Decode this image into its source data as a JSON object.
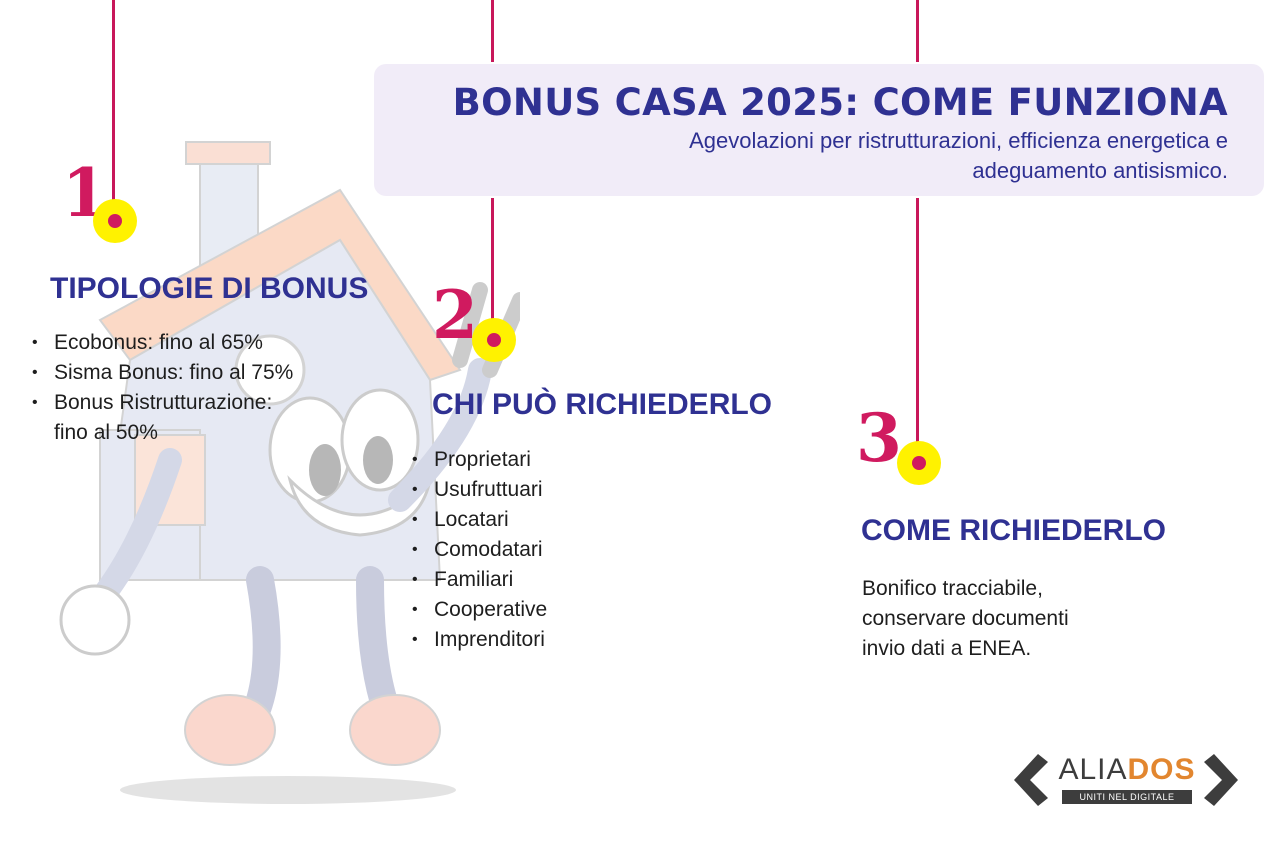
{
  "header": {
    "title": "BONUS CASA 2025: COME FUNZIONA",
    "subtitle_line1": "Agevolazioni per ristrutturazioni, efficienza energetica e",
    "subtitle_line2": "adeguamento antisismico."
  },
  "colors": {
    "accent": "#d01a5f",
    "title": "#2f3192",
    "dot": "#fff200",
    "box": "#f1ecf8",
    "logo_orange": "#e2862f"
  },
  "sections": [
    {
      "number": "1",
      "heading": "TIPOLOGIE DI BONUS",
      "items": [
        "Ecobonus: fino al 65%",
        "Sisma Bonus: fino al 75%",
        "Bonus Ristrutturazione:",
        "fino al 50%"
      ]
    },
    {
      "number": "2",
      "heading": "CHI PUÒ RICHIEDERLO",
      "items": [
        "Proprietari",
        "Usufruttuari",
        "Locatari",
        "Comodatari",
        "Familiari",
        "Cooperative",
        "Imprenditori"
      ]
    },
    {
      "number": "3",
      "heading": "COME RICHIEDERLO",
      "lines": [
        "Bonifico tracciabile,",
        "conservare documenti",
        "invio dati a ENEA."
      ]
    }
  ],
  "logo": {
    "part1": "ALIA",
    "part2": "DOS",
    "tagline": "UNITI NEL DIGITALE"
  }
}
